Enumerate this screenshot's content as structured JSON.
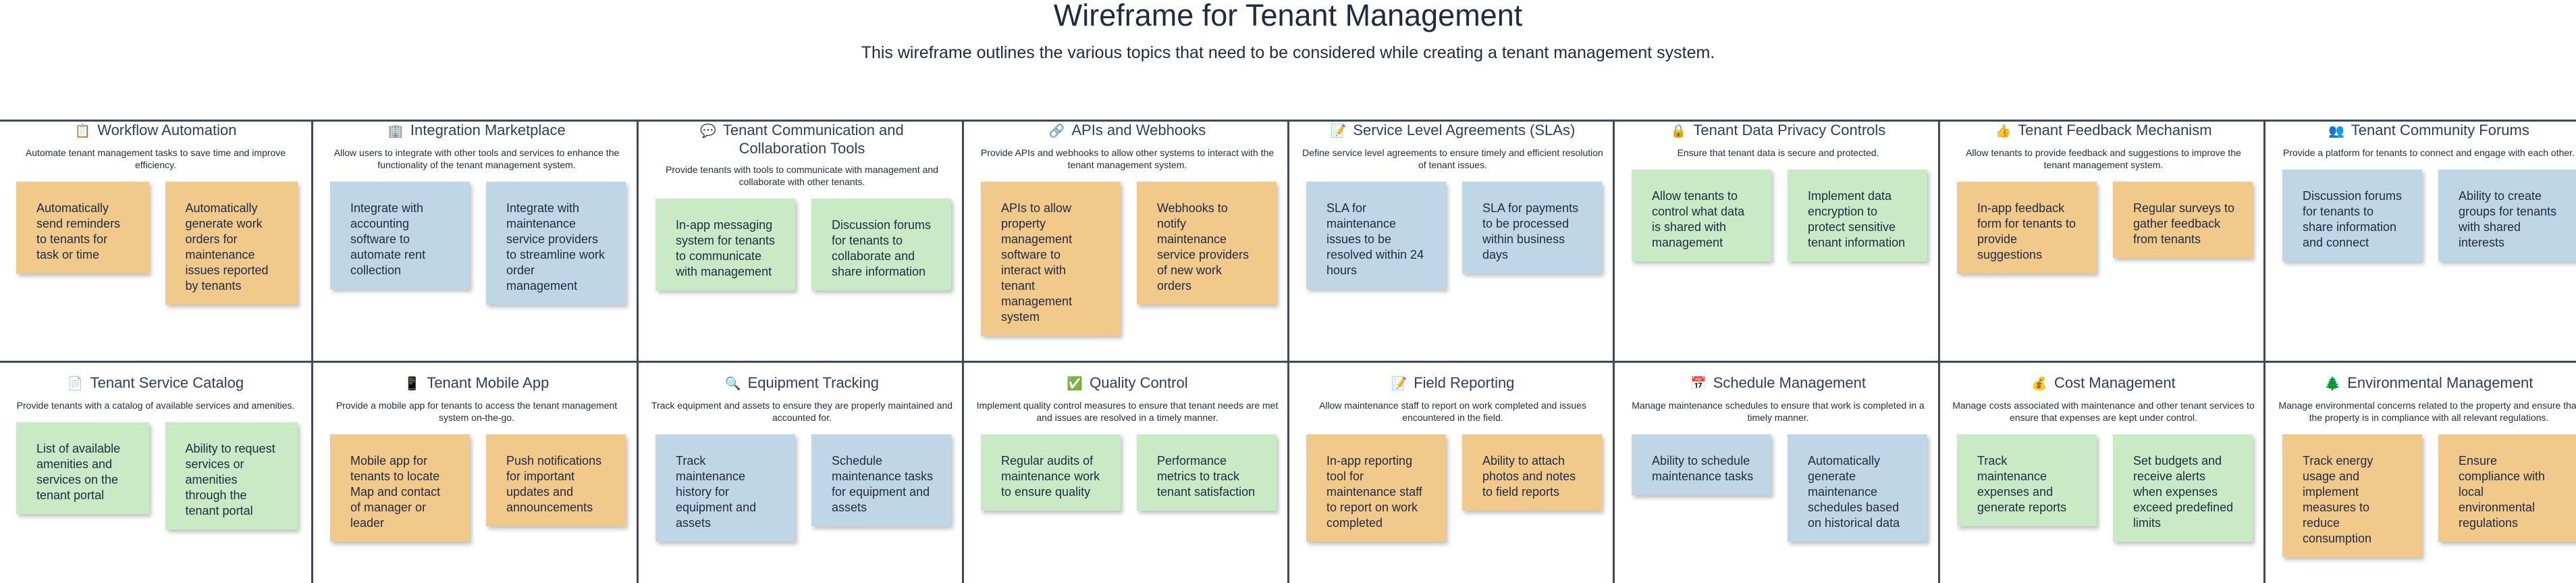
{
  "title": "Wireframe for Tenant Management",
  "subtitle": "This wireframe outlines the various topics that need to be considered while creating a tenant management system.",
  "colors": {
    "orange": "#f1c98a",
    "blue": "#bfd6e6",
    "green": "#c8eac4",
    "divider": "#3a4a66"
  },
  "sections": [
    {
      "icon": "📋",
      "icon_name": "clipboard-icon",
      "title": "Workflow Automation",
      "description": "Automate tenant management tasks to save time and improve efficiency.",
      "notes": [
        {
          "text": "Automatically send reminders to tenants for task or time",
          "color": "orange"
        },
        {
          "text": "Automatically generate work orders for maintenance issues reported by tenants",
          "color": "orange"
        }
      ]
    },
    {
      "icon": "🏢",
      "icon_name": "building-icon",
      "title": "Integration Marketplace",
      "description": "Allow users to integrate with other tools and services to enhance the functionality of the tenant management system.",
      "notes": [
        {
          "text": "Integrate with accounting software to automate rent collection",
          "color": "blue"
        },
        {
          "text": "Integrate with maintenance service providers to streamline work order management",
          "color": "blue"
        }
      ]
    },
    {
      "icon": "💬",
      "icon_name": "speech-bubble-icon",
      "title": "Tenant Communication and Collaboration Tools",
      "description": "Provide tenants with tools to communicate with management and collaborate with other tenants.",
      "notes": [
        {
          "text": "In-app messaging system for tenants to communicate with management",
          "color": "green"
        },
        {
          "text": "Discussion forums for tenants to collaborate and share information",
          "color": "green"
        }
      ]
    },
    {
      "icon": "🔗",
      "icon_name": "link-icon",
      "title": "APIs and Webhooks",
      "description": "Provide APIs and webhooks to allow other systems to interact with the tenant management system.",
      "notes": [
        {
          "text": "APIs to allow property management software to interact with tenant management system",
          "color": "orange"
        },
        {
          "text": "Webhooks to notify maintenance service providers of new work orders",
          "color": "orange"
        }
      ]
    },
    {
      "icon": "📝",
      "icon_name": "memo-icon",
      "title": "Service Level Agreements (SLAs)",
      "description": "Define service level agreements to ensure timely and efficient resolution of tenant issues.",
      "notes": [
        {
          "text": "SLA for maintenance issues to be resolved within 24 hours",
          "color": "blue"
        },
        {
          "text": "SLA for payments to be processed within business days",
          "color": "blue"
        }
      ]
    },
    {
      "icon": "🔒",
      "icon_name": "lock-icon",
      "title": "Tenant Data Privacy Controls",
      "description": "Ensure that tenant data is secure and protected.",
      "notes": [
        {
          "text": "Allow tenants to control what data is shared with management",
          "color": "green"
        },
        {
          "text": "Implement data encryption to protect sensitive tenant information",
          "color": "green"
        }
      ]
    },
    {
      "icon": "👍",
      "icon_name": "thumbs-up-icon",
      "title": "Tenant Feedback Mechanism",
      "description": "Allow tenants to provide feedback and suggestions to improve the tenant management system.",
      "notes": [
        {
          "text": "In-app feedback form for tenants to provide suggestions",
          "color": "orange"
        },
        {
          "text": "Regular surveys to gather feedback from tenants",
          "color": "orange"
        }
      ]
    },
    {
      "icon": "👥",
      "icon_name": "people-icon",
      "title": "Tenant Community Forums",
      "description": "Provide a platform for tenants to connect and engage with each other.",
      "notes": [
        {
          "text": "Discussion forums for tenants to share information and connect",
          "color": "blue"
        },
        {
          "text": "Ability to create groups for tenants with shared interests",
          "color": "blue"
        }
      ]
    },
    {
      "icon": "📄",
      "icon_name": "document-icon",
      "title": "Tenant Service Catalog",
      "description": "Provide tenants with a catalog of available services and amenities.",
      "notes": [
        {
          "text": "List of available amenities and services on the tenant portal",
          "color": "green"
        },
        {
          "text": "Ability to request services or amenities through the tenant portal",
          "color": "green"
        }
      ]
    },
    {
      "icon": "📱",
      "icon_name": "mobile-phone-icon",
      "title": "Tenant Mobile App",
      "description": "Provide a mobile app for tenants to access the tenant management system on-the-go.",
      "notes": [
        {
          "text": "Mobile app for tenants to locate Map and contact of  manager or leader",
          "color": "orange"
        },
        {
          "text": "Push notifications for important updates and announcements",
          "color": "orange"
        }
      ]
    },
    {
      "icon": "🔍",
      "icon_name": "magnifier-icon",
      "title": "Equipment Tracking",
      "description": "Track equipment and assets to ensure they are properly maintained and accounted for.",
      "notes": [
        {
          "text": "Track maintenance history for equipment and assets",
          "color": "blue"
        },
        {
          "text": "Schedule maintenance tasks for equipment and assets",
          "color": "blue"
        }
      ]
    },
    {
      "icon": "✅",
      "icon_name": "check-box-icon",
      "title": "Quality Control",
      "description": "Implement quality control measures to ensure that tenant needs are met and issues are resolved in a timely manner.",
      "notes": [
        {
          "text": "Regular audits of maintenance work to ensure quality",
          "color": "green"
        },
        {
          "text": "Performance metrics to track tenant satisfaction",
          "color": "green"
        }
      ]
    },
    {
      "icon": "📝",
      "icon_name": "memo-icon",
      "title": "Field Reporting",
      "description": "Allow maintenance staff to report on work completed and issues encountered in the field.",
      "notes": [
        {
          "text": "In-app reporting tool for maintenance staff to report on work completed",
          "color": "orange"
        },
        {
          "text": "Ability to attach photos and notes to field reports",
          "color": "orange"
        }
      ]
    },
    {
      "icon": "📅",
      "icon_name": "calendar-icon",
      "title": "Schedule Management",
      "description": "Manage maintenance schedules to ensure that work is completed in a timely manner.",
      "notes": [
        {
          "text": "Ability to schedule maintenance tasks",
          "color": "blue"
        },
        {
          "text": "Automatically generate maintenance schedules based on historical data",
          "color": "blue"
        }
      ]
    },
    {
      "icon": "💰",
      "icon_name": "money-bag-icon",
      "title": "Cost Management",
      "description": "Manage costs associated with maintenance and other tenant services to ensure that expenses are kept under control.",
      "notes": [
        {
          "text": "Track maintenance expenses and generate reports",
          "color": "green"
        },
        {
          "text": "Set budgets and receive alerts when expenses exceed predefined limits",
          "color": "green"
        }
      ]
    },
    {
      "icon": "🌲",
      "icon_name": "tree-icon",
      "title": "Environmental Management",
      "description": "Manage environmental concerns related to the property and ensure that the property is in compliance with all relevant regulations.",
      "notes": [
        {
          "text": "Track energy usage and implement measures to reduce consumption",
          "color": "orange"
        },
        {
          "text": "Ensure compliance with local environmental regulations",
          "color": "orange"
        }
      ]
    }
  ]
}
